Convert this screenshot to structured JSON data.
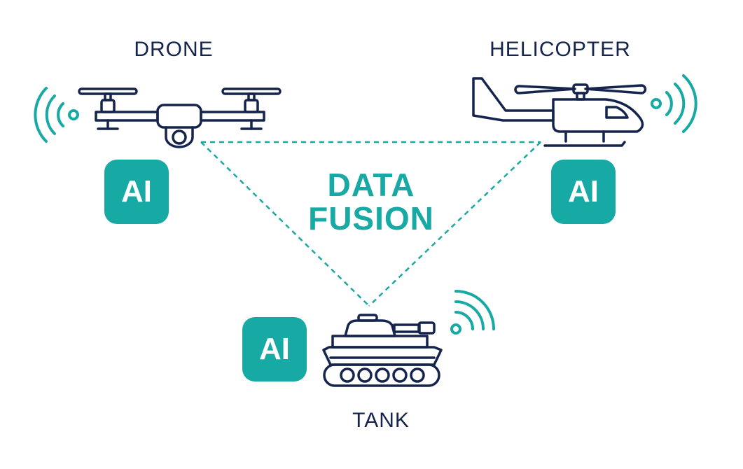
{
  "colors": {
    "navy": "#14244c",
    "teal": "#17a9a3",
    "background": "#ffffff"
  },
  "nodes": {
    "drone": {
      "label": "DRONE",
      "badge": "AI",
      "icon": "drone-icon"
    },
    "helicopter": {
      "label": "HELICOPTER",
      "badge": "AI",
      "icon": "helicopter-icon"
    },
    "tank": {
      "label": "TANK",
      "badge": "AI",
      "icon": "tank-icon"
    }
  },
  "center": {
    "line1": "DATA",
    "line2": "FUSION"
  },
  "connections": [
    {
      "from": "drone",
      "to": "helicopter",
      "style": "dashed"
    },
    {
      "from": "drone",
      "to": "tank",
      "style": "dashed"
    },
    {
      "from": "helicopter",
      "to": "tank",
      "style": "dashed"
    }
  ],
  "signal_icons": [
    "wifi-signal-icon-left",
    "wifi-signal-icon-right",
    "wifi-signal-icon-tank"
  ]
}
